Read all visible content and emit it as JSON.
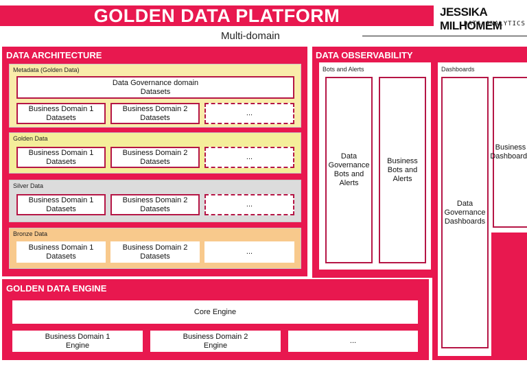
{
  "header": {
    "title": "GOLDEN DATA PLATFORM",
    "subtitle": "Multi-domain",
    "brand_name": "JESSIKA MILHOMEM",
    "brand_tagline": "DATA ANALYTICS"
  },
  "architecture": {
    "title": "DATA ARCHITECTURE",
    "metadata": {
      "label": "Metadata (Golden Data)",
      "governance_name": "Data Governance domain",
      "governance_sub": "Datasets",
      "items": [
        {
          "name": "Business Domain 1",
          "sub": "Datasets"
        },
        {
          "name": "Business Domain 2",
          "sub": "Datasets"
        }
      ],
      "more": "..."
    },
    "golden": {
      "label": "Golden Data",
      "items": [
        {
          "name": "Business Domain 1",
          "sub": "Datasets"
        },
        {
          "name": "Business Domain 2",
          "sub": "Datasets"
        }
      ],
      "more": "..."
    },
    "silver": {
      "label": "Silver Data",
      "items": [
        {
          "name": "Business Domain 1",
          "sub": "Datasets"
        },
        {
          "name": "Business Domain 2",
          "sub": "Datasets"
        }
      ],
      "more": "..."
    },
    "bronze": {
      "label": "Bronze Data",
      "items": [
        {
          "name": "Business Domain 1",
          "sub": "Datasets"
        },
        {
          "name": "Business Domain 2",
          "sub": "Datasets"
        }
      ],
      "more": "..."
    }
  },
  "observability": {
    "title": "DATA OBSERVABILITY",
    "bots": {
      "label": "Bots and Alerts",
      "governance": [
        "Data",
        "Governance",
        "Bots and",
        "Alerts"
      ],
      "business": [
        "Business",
        "Bots and",
        "Alerts"
      ]
    },
    "dashboards": {
      "label": "Dashboards",
      "governance": [
        "Data",
        "Governance",
        "Dashboards"
      ],
      "business": [
        "Business",
        "Dashboards"
      ]
    }
  },
  "engine": {
    "title": "GOLDEN DATA ENGINE",
    "core": "Core Engine",
    "items": [
      {
        "name": "Business Domain 1",
        "sub": "Engine"
      },
      {
        "name": "Business Domain 2",
        "sub": "Engine"
      }
    ],
    "more": "..."
  },
  "colors": {
    "accent": "#e8184f",
    "metadata_band": "#f9ecaa",
    "golden_band": "#f4ee9a",
    "silver_band": "#dcdcdc",
    "bronze_band": "#f8c98c"
  }
}
